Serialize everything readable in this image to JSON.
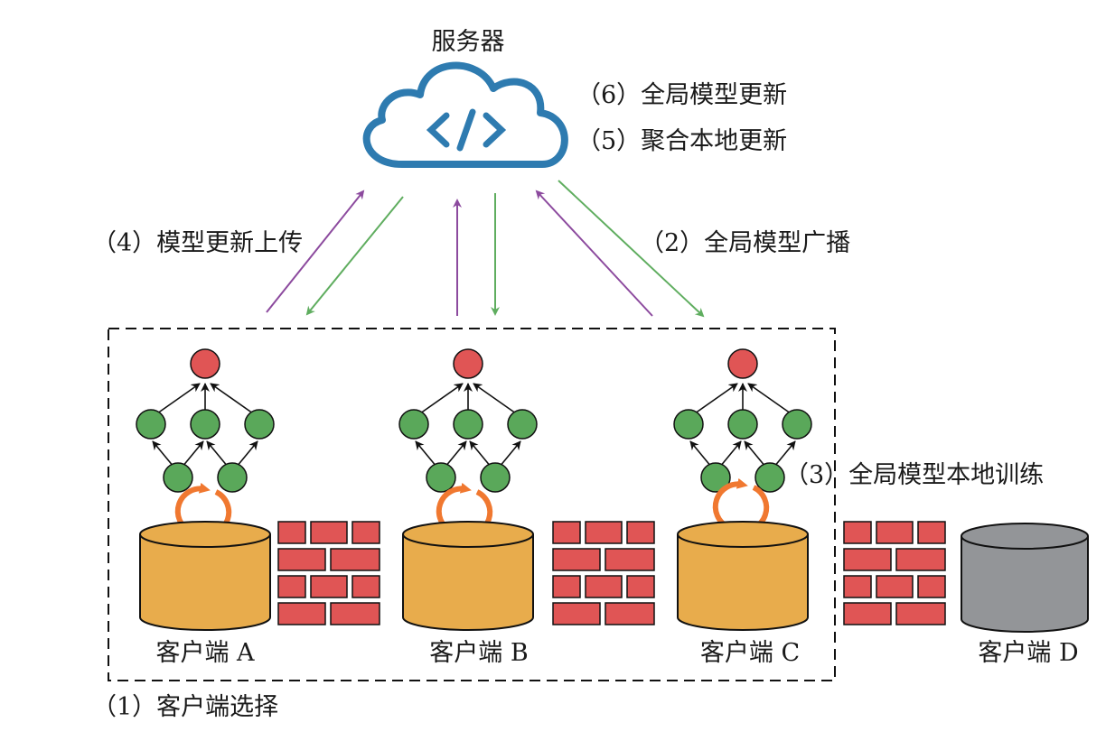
{
  "server": {
    "title": "服务器",
    "icon": "code-icon",
    "color": "#2e7bb0"
  },
  "steps": {
    "client_selection": "（1）客户端选择",
    "global_broadcast": "（2）全局模型广播",
    "local_training": "（3）全局模型本地训练",
    "upload": "（4）模型更新上传",
    "aggregate": "（5）聚合本地更新",
    "global_update": "（6）全局模型更新"
  },
  "clients": [
    {
      "label": "客户端 A",
      "selected": true
    },
    {
      "label": "客户端 B",
      "selected": true
    },
    {
      "label": "客户端 C",
      "selected": true
    },
    {
      "label": "客户端 D",
      "selected": false
    }
  ],
  "colors": {
    "upload_arrow": "#8c4a9e",
    "broadcast_arrow": "#5fad5f",
    "selected_db": "#e8ac4c",
    "unselected_db": "#939598",
    "output_node": "#e05555",
    "hidden_node": "#5aa85a",
    "firewall": "#e05555",
    "training_loop": "#f07830"
  }
}
